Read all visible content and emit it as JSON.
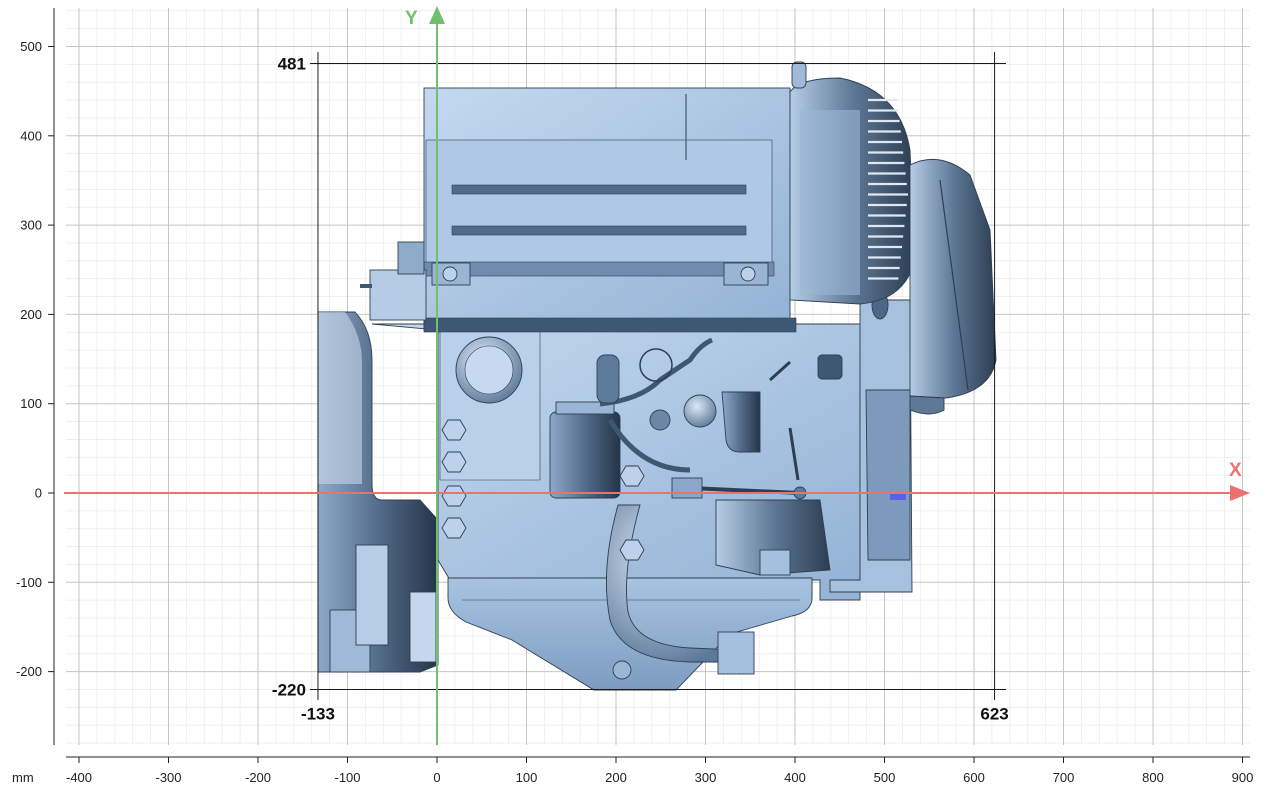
{
  "units": "mm",
  "axes": {
    "x_label": "X",
    "y_label": "Y",
    "x_color": "#f07070",
    "y_color": "#6fbf6f",
    "x_range": [
      -420,
      900
    ],
    "y_range": [
      -280,
      540
    ],
    "x_ticks": [
      -400,
      -300,
      -200,
      -100,
      0,
      100,
      200,
      300,
      400,
      500,
      600,
      700,
      800,
      900
    ],
    "y_ticks": [
      500,
      400,
      300,
      200,
      100,
      0,
      -100,
      -200
    ],
    "x_tick_labels": [
      "-400",
      "-300",
      "-200",
      "-100",
      "0",
      "100",
      "200",
      "300",
      "400",
      "500",
      "600",
      "700",
      "800",
      "900"
    ],
    "y_tick_labels": [
      "500",
      "400",
      "300",
      "200",
      "100",
      "0",
      "-100",
      "-200"
    ],
    "grid": true
  },
  "bounding_dimensions": {
    "top": "481",
    "bottom": "-220",
    "left": "-133",
    "right": "623",
    "top_value": 481,
    "bottom_value": -220,
    "left_value": -133,
    "right_value": 623
  },
  "colors": {
    "engine_fill": "#a9c6e6",
    "engine_shadow": "#3e5772",
    "engine_edge": "#2f3f52",
    "grid_minor": "#ececec",
    "grid_major": "#c6c6c6"
  }
}
